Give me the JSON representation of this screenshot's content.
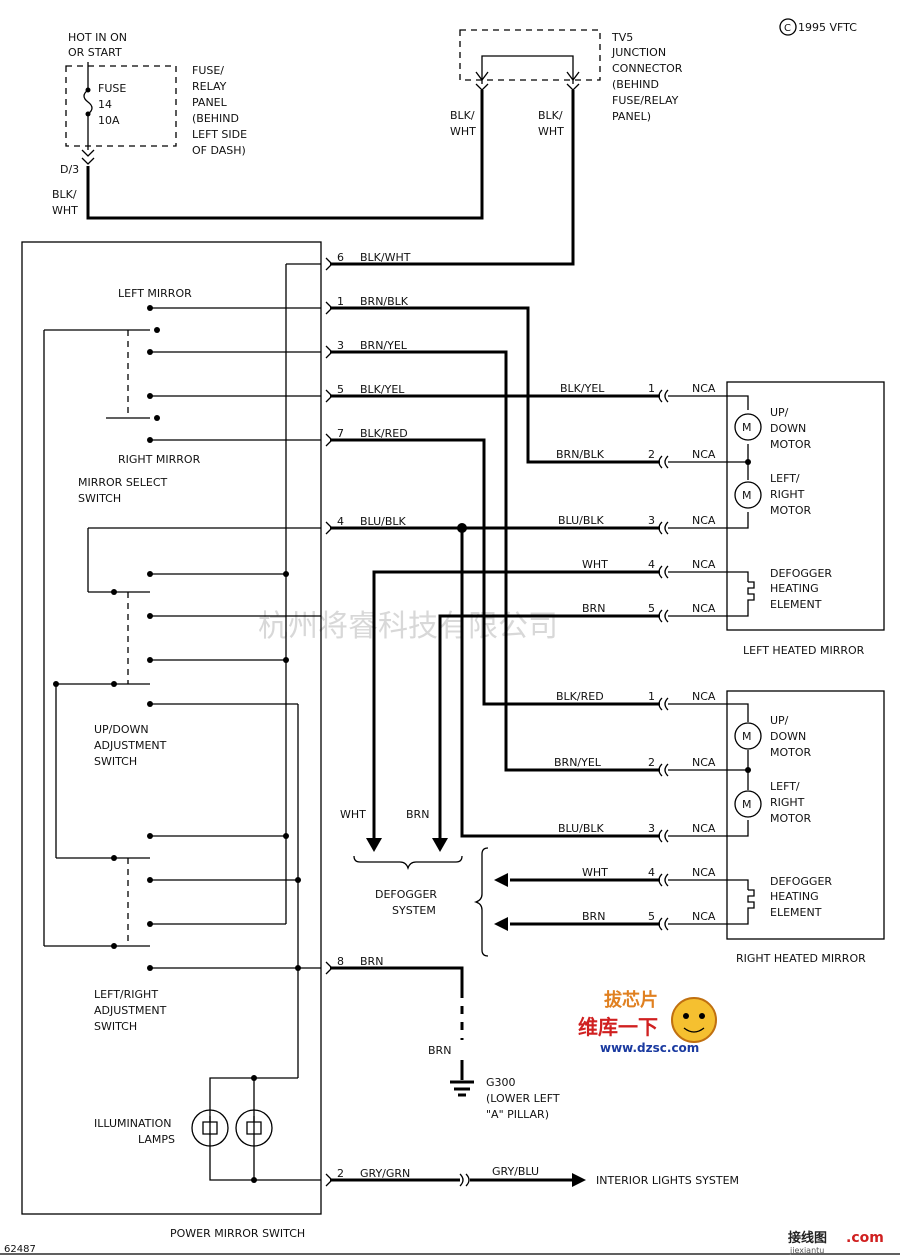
{
  "copyright": "1995 VFTC",
  "watermark": "杭州将睿科技有限公司",
  "fuse_panel": {
    "power_label": [
      "HOT IN ON",
      "OR START"
    ],
    "fuse_text": [
      "FUSE",
      "14",
      "10A"
    ],
    "panel_text": [
      "FUSE/",
      "RELAY",
      "PANEL",
      "(BEHIND",
      "LEFT SIDE",
      "OF DASH)"
    ],
    "terminal": "D/3",
    "wire": [
      "BLK/",
      "WHT"
    ]
  },
  "junction": {
    "text": [
      "TV5",
      "JUNCTION",
      "CONNECTOR",
      "(BEHIND",
      "FUSE/RELAY",
      "PANEL)"
    ],
    "wire_left": [
      "BLK/",
      "WHT"
    ],
    "wire_right": [
      "BLK/",
      "WHT"
    ]
  },
  "switch": {
    "title": "POWER MIRROR SWITCH",
    "left_mirror": "LEFT MIRROR",
    "right_mirror": "RIGHT MIRROR",
    "mirror_select": [
      "MIRROR SELECT",
      "SWITCH"
    ],
    "updown": [
      "UP/DOWN",
      "ADJUSTMENT",
      "SWITCH"
    ],
    "leftright": [
      "LEFT/RIGHT",
      "ADJUSTMENT",
      "SWITCH"
    ],
    "lamps": [
      "ILLUMINATION",
      "LAMPS"
    ]
  },
  "switch_pins": [
    {
      "pin": "6",
      "wire": "BLK/WHT"
    },
    {
      "pin": "1",
      "wire": "BRN/BLK"
    },
    {
      "pin": "3",
      "wire": "BRN/YEL"
    },
    {
      "pin": "5",
      "wire": "BLK/YEL"
    },
    {
      "pin": "7",
      "wire": "BLK/RED"
    },
    {
      "pin": "4",
      "wire": "BLU/BLK"
    },
    {
      "pin": "8",
      "wire": "BRN"
    },
    {
      "pin": "2",
      "wire": "GRY/GRN"
    }
  ],
  "left_mirror_pins": [
    {
      "pin": "1",
      "wire": "BLK/YEL",
      "nca": "NCA"
    },
    {
      "pin": "2",
      "wire": "BRN/BLK",
      "nca": "NCA"
    },
    {
      "pin": "3",
      "wire": "BLU/BLK",
      "nca": "NCA"
    },
    {
      "pin": "4",
      "wire": "WHT",
      "nca": "NCA"
    },
    {
      "pin": "5",
      "wire": "BRN",
      "nca": "NCA"
    }
  ],
  "right_mirror_pins": [
    {
      "pin": "1",
      "wire": "BLK/RED",
      "nca": "NCA"
    },
    {
      "pin": "2",
      "wire": "BRN/YEL",
      "nca": "NCA"
    },
    {
      "pin": "3",
      "wire": "BLU/BLK",
      "nca": "NCA"
    },
    {
      "pin": "4",
      "wire": "WHT",
      "nca": "NCA"
    },
    {
      "pin": "5",
      "wire": "BRN",
      "nca": "NCA"
    }
  ],
  "left_heated_mirror": {
    "title": "LEFT HEATED MIRROR",
    "updown_motor": [
      "UP/",
      "DOWN",
      "MOTOR"
    ],
    "leftright_motor": [
      "LEFT/",
      "RIGHT",
      "MOTOR"
    ],
    "defogger": [
      "DEFOGGER",
      "HEATING",
      "ELEMENT"
    ],
    "motor_symbol": "M"
  },
  "right_heated_mirror": {
    "title": "RIGHT HEATED MIRROR",
    "updown_motor": [
      "UP/",
      "DOWN",
      "MOTOR"
    ],
    "leftright_motor": [
      "LEFT/",
      "RIGHT",
      "MOTOR"
    ],
    "defogger": [
      "DEFOGGER",
      "HEATING",
      "ELEMENT"
    ],
    "motor_symbol": "M"
  },
  "defogger_system": {
    "text": [
      "DEFOGGER",
      "SYSTEM"
    ],
    "wht": "WHT",
    "brn": "BRN"
  },
  "ground": {
    "wire": "BRN",
    "text": [
      "G300",
      "(LOWER LEFT",
      "\"A\" PILLAR)"
    ]
  },
  "interior": {
    "wire": "GRY/BLU",
    "text": "INTERIOR LIGHTS SYSTEM"
  },
  "logo": {
    "text1": "拔芯片",
    "text2": "维库一下",
    "url": "www.dzsc.com"
  },
  "footer": {
    "code": "62487",
    "site": "接线图",
    "site_com": ".com",
    "site_url": "jiexiantu"
  }
}
